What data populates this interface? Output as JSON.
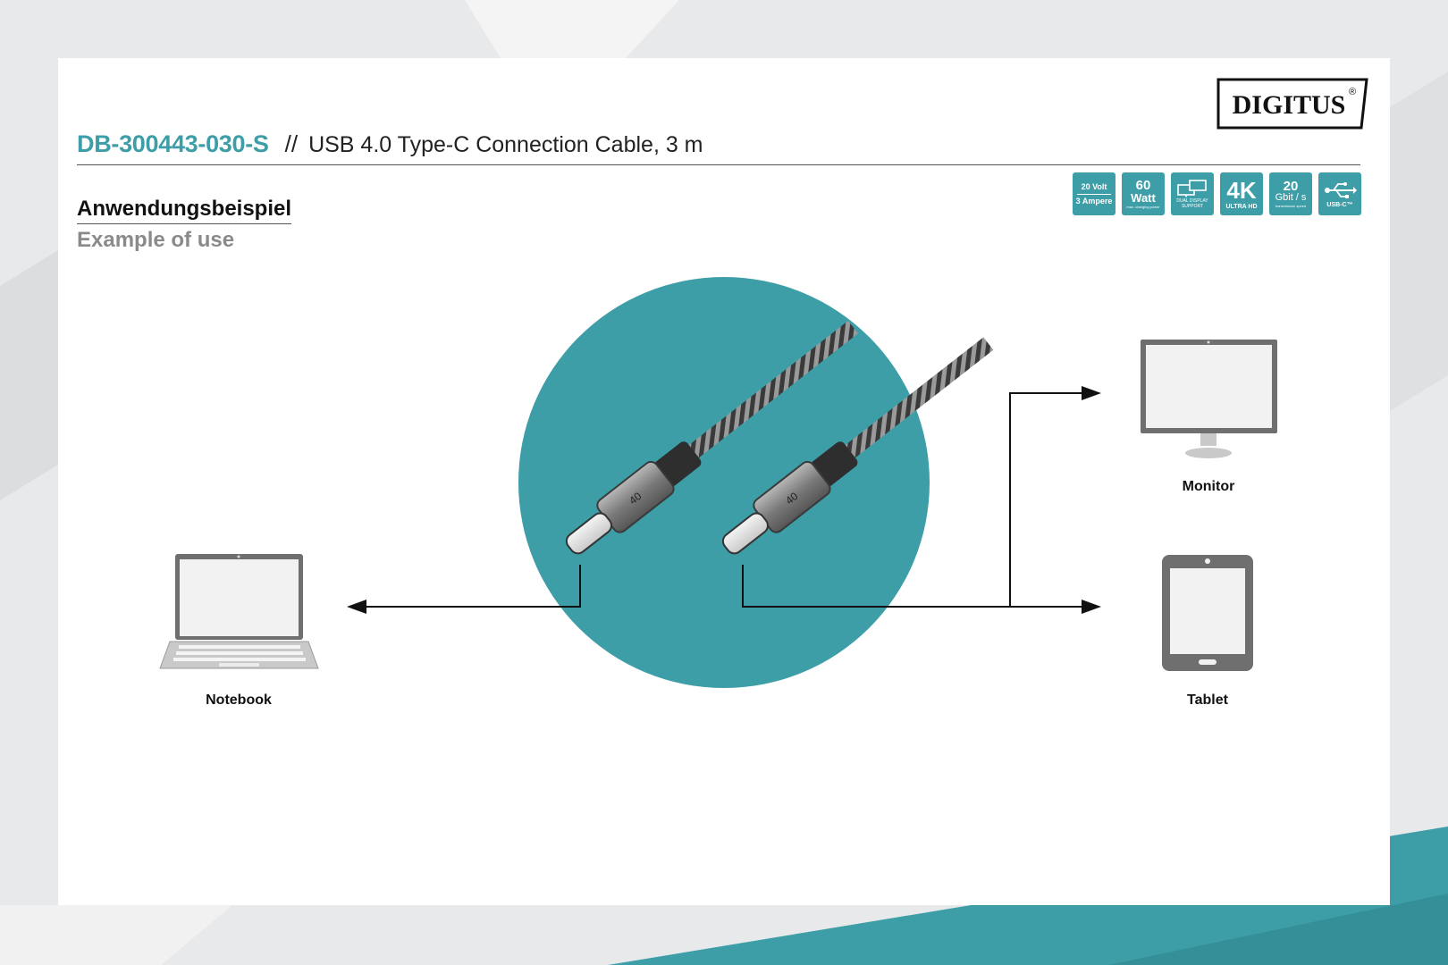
{
  "brand": {
    "logo_text": "DIGITUS",
    "registered_mark": "®"
  },
  "product": {
    "code": "DB-300443-030-S",
    "separator": "//",
    "description": "USB 4.0 Type-C Connection Cable, 3 m"
  },
  "feature_badges": [
    {
      "icon": "voltage-ampere-badge",
      "line1": "20 Volt",
      "line2": "3 Ampere"
    },
    {
      "icon": "watt-badge",
      "line1": "60",
      "line2": "Watt",
      "line3": "max. charging power"
    },
    {
      "icon": "dual-display-badge",
      "line1": "DUAL DISPLAY",
      "line2": "SUPPORT"
    },
    {
      "icon": "4k-badge",
      "line1": "4K",
      "line2": "ULTRA HD"
    },
    {
      "icon": "speed-badge",
      "line1": "20",
      "line2": "Gbit / s",
      "line3": "transmission speed"
    },
    {
      "icon": "usb-c-badge",
      "line1": "USB-C™"
    }
  ],
  "section": {
    "title_de": "Anwendungsbeispiel",
    "title_en": "Example of use"
  },
  "cable": {
    "connector_marking": "40"
  },
  "devices": {
    "notebook": "Notebook",
    "monitor": "Monitor",
    "tablet": "Tablet"
  },
  "colors": {
    "accent": "#3d9ea8",
    "text": "#111111",
    "muted": "#8a8a8a"
  }
}
